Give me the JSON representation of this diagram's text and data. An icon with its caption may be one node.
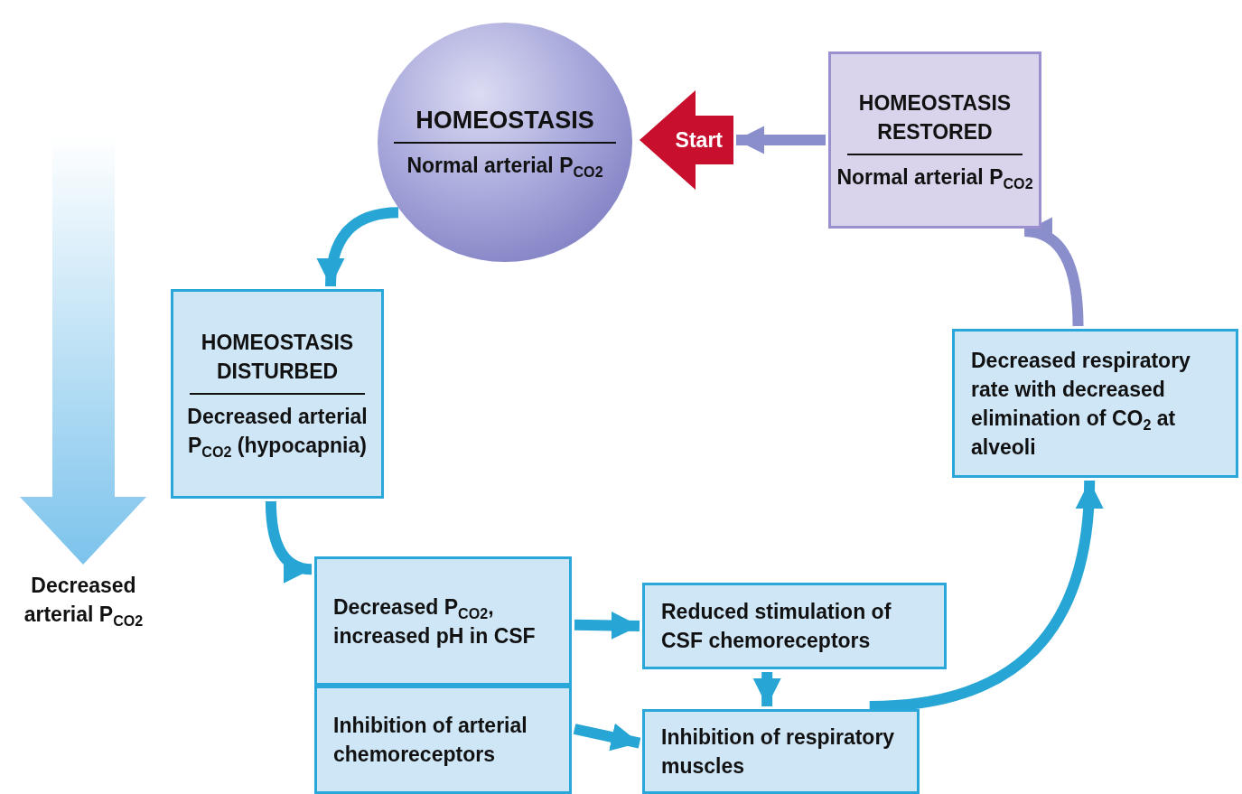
{
  "diagram": {
    "nodes": [
      {
        "text": [
          "HOMEOSTASIS",
          "Normal arterial P$_{CO2}$"
        ]
      },
      {
        "text": [
          "Start"
        ]
      },
      {
        "text": [
          "HOMEOSTASIS RESTORED",
          "Normal arterial P$_{CO2}$"
        ]
      },
      {
        "text": [
          "HOMEOSTASIS DISTURBED",
          "Decreased arterial P$_{CO2}$ (hypocapnia)"
        ]
      },
      {
        "text": [
          "Decreased P$_{CO2}$, increased pH in CSF"
        ]
      },
      {
        "text": [
          "Inhibition of arterial chemoreceptors"
        ]
      },
      {
        "text": [
          "Reduced stimulation of CSF chemoreceptors"
        ]
      },
      {
        "text": [
          "Inhibition of respiratory muscles"
        ]
      },
      {
        "text": [
          "Decreased respiratory rate with decreased elimination of CO$_{2}$ at alveoli"
        ]
      }
    ],
    "edges": [
      {
        "from": 0,
        "to": 3,
        "arrow": "to"
      },
      {
        "from": 3,
        "to": 4,
        "arrow": "to"
      },
      {
        "from": 4,
        "to": 6,
        "arrow": "to"
      },
      {
        "from": 5,
        "to": 7,
        "arrow": "to"
      },
      {
        "from": 6,
        "to": 7,
        "arrow": "to"
      },
      {
        "from": 7,
        "to": 8,
        "arrow": "to"
      },
      {
        "from": 8,
        "to": 2,
        "arrow": "to",
        "color": "#8a8fcc"
      },
      {
        "from": 2,
        "to": 1,
        "arrow": "to",
        "color": "#8a8fcc"
      }
    ],
    "labels": [
      "Decreased arterial P$_{CO2}$"
    ]
  }
}
